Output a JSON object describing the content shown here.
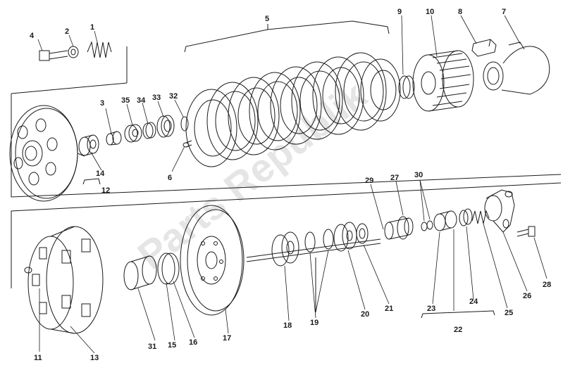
{
  "watermark": "Parts Republik",
  "callouts": [
    "1",
    "2",
    "3",
    "4",
    "5",
    "6",
    "7",
    "8",
    "9",
    "10",
    "11",
    "12",
    "13",
    "14",
    "15",
    "16",
    "17",
    "18",
    "19",
    "20",
    "21",
    "22",
    "23",
    "24",
    "25",
    "26",
    "27",
    "28",
    "29",
    "30",
    "31",
    "32",
    "33",
    "34",
    "35"
  ],
  "colors": {
    "ink": "#1a1a1a",
    "watermark": "#d0d0d0",
    "background": "#ffffff"
  }
}
